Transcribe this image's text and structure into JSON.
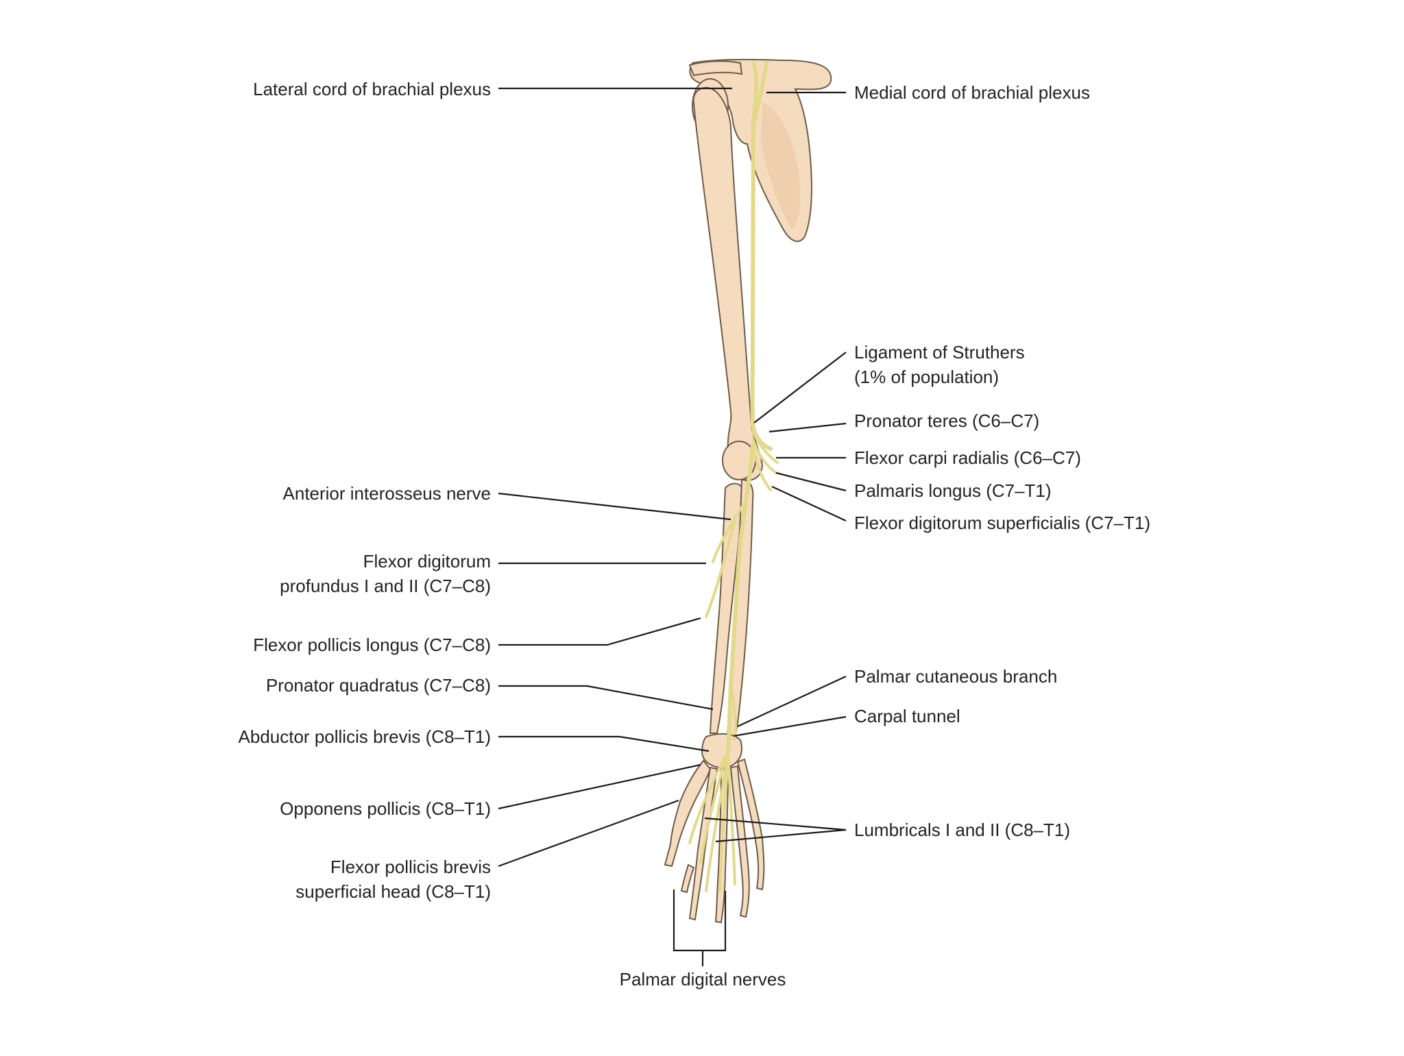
{
  "colors": {
    "background": "#ffffff",
    "bone_fill": "#f5dcbf",
    "bone_outline": "#6e5a48",
    "nerve": "#e3d98a",
    "leader_line": "#1a1a1a",
    "text": "#222222"
  },
  "labels": {
    "lateral_cord": "Lateral cord of brachial plexus",
    "medial_cord": "Medial cord of brachial plexus",
    "struthers_1": "Ligament of Struthers",
    "struthers_2": "(1% of population)",
    "pronator_teres": "Pronator teres (C6–C7)",
    "flexor_carpi_radialis": "Flexor carpi radialis (C6–C7)",
    "palmaris_longus": "Palmaris longus (C7–T1)",
    "fds": "Flexor digitorum superficialis (C7–T1)",
    "anterior_interosseus": "Anterior interosseus nerve",
    "fdp_1": "Flexor digitorum",
    "fdp_2": "profundus I and II (C7–C8)",
    "fpl": "Flexor pollicis longus (C7–C8)",
    "pronator_quadratus": "Pronator quadratus (C7–C8)",
    "apb": "Abductor pollicis brevis (C8–T1)",
    "opponens": "Opponens pollicis (C8–T1)",
    "fpb_1": "Flexor pollicis brevis",
    "fpb_2": "superficial head (C8–T1)",
    "palmar_cutaneous": "Palmar cutaneous branch",
    "carpal_tunnel": "Carpal tunnel",
    "lumbricals": "Lumbricals I and II (C8–T1)",
    "palmar_digital": "Palmar digital nerves"
  }
}
